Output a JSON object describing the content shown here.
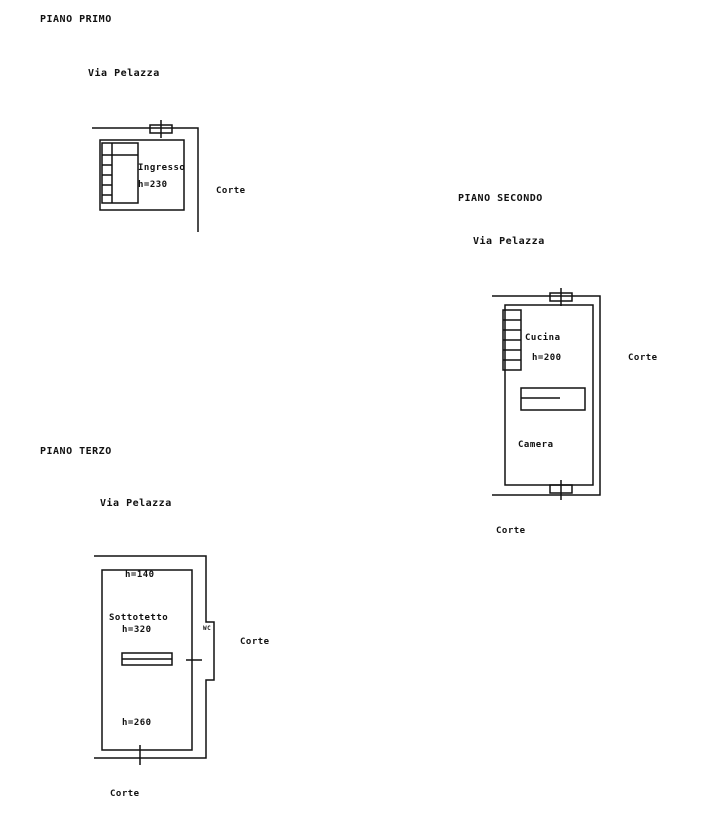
{
  "floors": {
    "primo": {
      "title": "PIANO PRIMO",
      "street": "Via Pelazza",
      "room": "Ingresso",
      "height": "h=230",
      "side": "Corte"
    },
    "secondo": {
      "title": "PIANO SECONDO",
      "street": "Via Pelazza",
      "room1": "Cucina",
      "height": "h=200",
      "room2": "Camera",
      "side": "Corte",
      "bottom": "Corte"
    },
    "terzo": {
      "title": "PIANO TERZO",
      "street": "Via Pelazza",
      "h_top": "h=140",
      "room": "Sottotetto",
      "height": "h=320",
      "h_bottom": "h=260",
      "wc": "WC",
      "side": "Corte",
      "bottom": "Corte"
    }
  }
}
